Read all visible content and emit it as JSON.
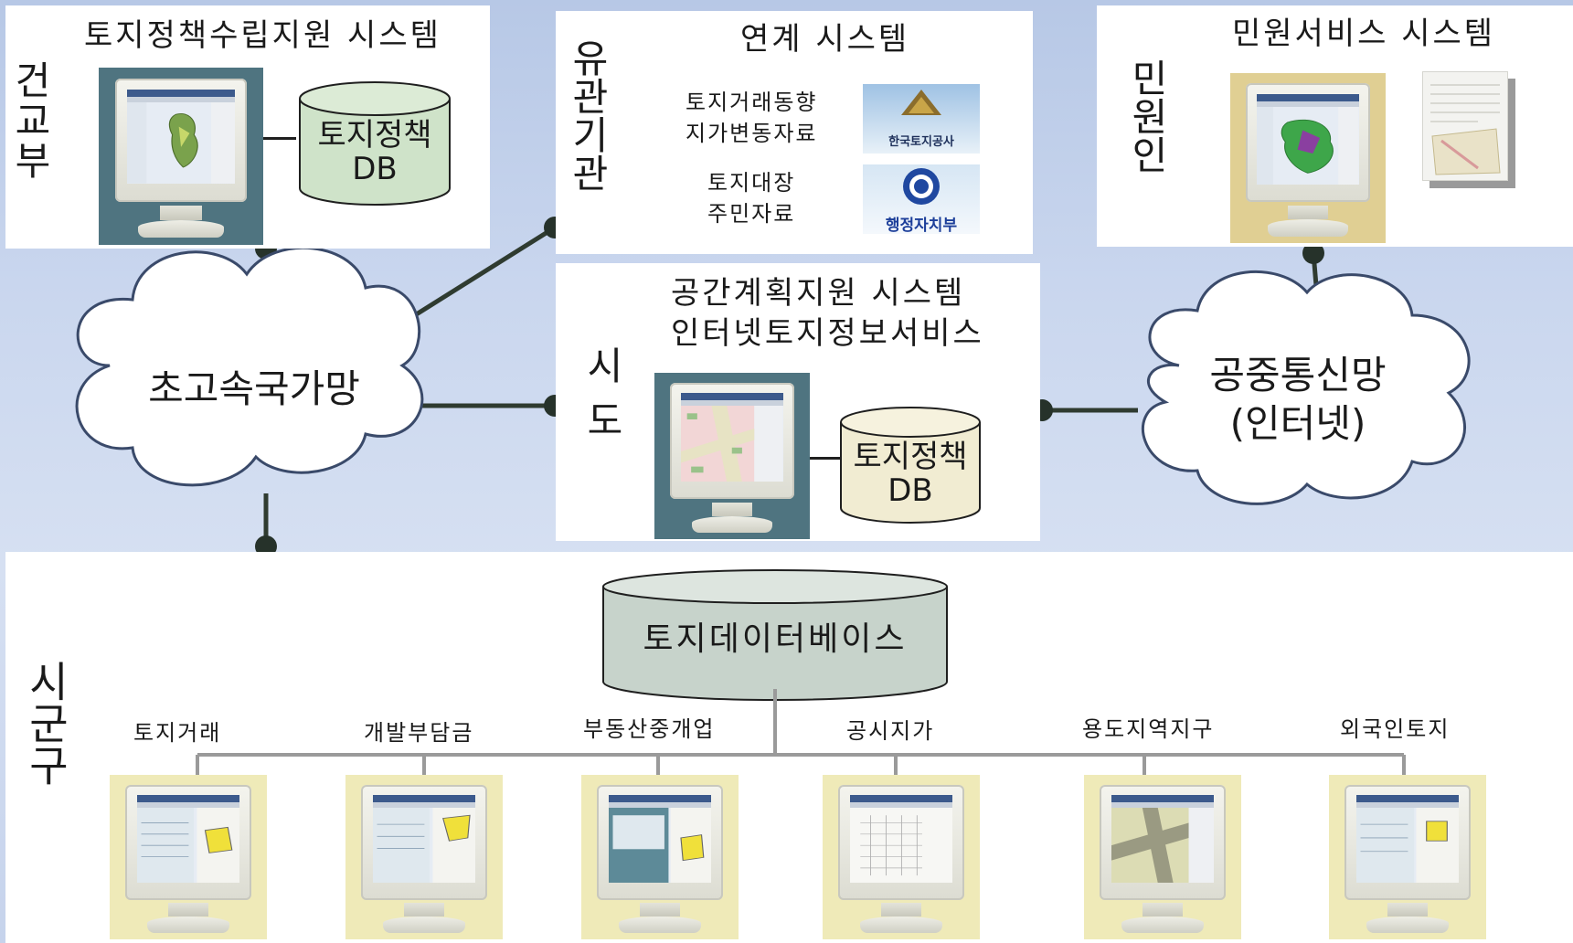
{
  "moct": {
    "org_label": "건교부",
    "system_title": "토지정책수립지원 시스템",
    "db_label": [
      "토지정책",
      "DB"
    ]
  },
  "related": {
    "org_label": "유관기관",
    "system_title": "연계 시스템",
    "items": [
      {
        "lines": [
          "토지거래동향",
          "지가변동자료"
        ],
        "logo_text": "한국토지공사",
        "logo_color": "#4f7fb8"
      },
      {
        "lines": [
          "토지대장",
          "주민자료"
        ],
        "logo_text": "행정자치부",
        "logo_color": "#1d3f9a"
      }
    ]
  },
  "citizen": {
    "org_label": "민원인",
    "system_title": "민원서비스 시스템"
  },
  "sido": {
    "org_label": "시도",
    "system_title_lines": [
      "공간계획지원 시스템",
      "인터넷토지정보서비스"
    ],
    "db_label": [
      "토지정책",
      "DB"
    ]
  },
  "networks": {
    "backbone": "초고속국가망",
    "public_lines": [
      "공중통신망",
      "(인터넷)"
    ]
  },
  "sigungu": {
    "org_label": "시군구",
    "db_label": "토지데이터베이스",
    "modules": [
      "토지거래",
      "개발부담금",
      "부동산중개업",
      "공시지가",
      "용도지역지구",
      "외국인토지"
    ]
  },
  "colors": {
    "db_green": "#cfe3c9",
    "db_gray_green": "#c7d3cb",
    "db_beige": "#f1ecd2",
    "link_line": "#2f3b30",
    "node_dot": "#26322a",
    "monitor_bg_dark": "#4f7480",
    "monitor_bg_yellow": "#efeab8"
  }
}
